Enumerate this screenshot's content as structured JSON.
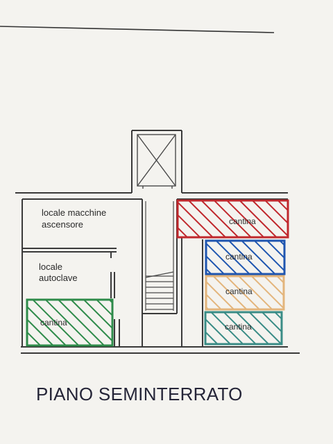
{
  "title": "PIANO SEMINTERRATO",
  "rooms": {
    "machine_room": {
      "line1": "locale macchine",
      "line2": "ascensore"
    },
    "autoclave_room": {
      "line1": "locale",
      "line2": "autoclave"
    }
  },
  "cantine": [
    {
      "id": "left",
      "label": "cantina",
      "color": "#2e8b4a"
    },
    {
      "id": "red",
      "label": "cantina",
      "color": "#c0282d"
    },
    {
      "id": "blue",
      "label": "cantina",
      "color": "#1f56b0"
    },
    {
      "id": "tan",
      "label": "cantina",
      "color": "#e3b57c"
    },
    {
      "id": "teal",
      "label": "cantina",
      "color": "#3a8c86"
    }
  ]
}
